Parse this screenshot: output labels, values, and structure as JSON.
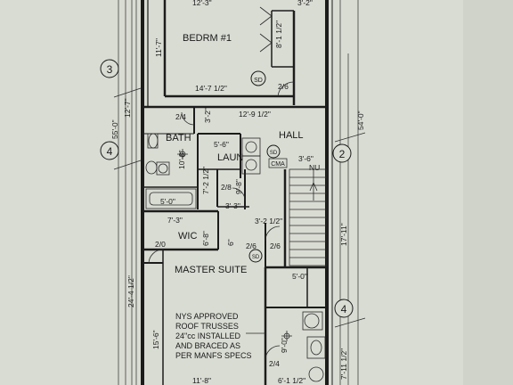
{
  "rooms": {
    "bedroom": "BEDRM #1",
    "bath": "BATH",
    "hall": "HALL",
    "laundry": "LAUN",
    "wic": "WIC",
    "master": "MASTER SUITE"
  },
  "grid_markers": [
    "3",
    "4",
    "2",
    "4"
  ],
  "dimensions": {
    "bed_top": "12'-3\"",
    "bed_right_top": "3'-2\"",
    "bed_height": "11'-7\"",
    "closet_depth": "8'-1 1/2\"",
    "bed_width": "14'-7 1/2\"",
    "bed_door": "2/6",
    "hall_width": "12'-9 1/2\"",
    "bath_door": "2/4",
    "bath_w": "3'-2\"",
    "left_total": "55'-0\"",
    "left_seg": "12'-7\"",
    "left_lower": "24'-4 1/2\"",
    "right_total": "54'-0\"",
    "right_seg1": "17'-11\"",
    "right_seg2": "7'-11 1/2\"",
    "laun_w": "5'-6\"",
    "laun_h": "7'-2 1/2\"",
    "hall_right": "3'-6\"",
    "hall_h": "10'-8\"",
    "vert1": "9'-8\"",
    "door_28": "2/8",
    "tub": "5'-0\"",
    "closet_33": "3'-3\"",
    "wic_w": "7'-3\"",
    "stair_w": "3'-2 1/2\"",
    "wic_door": "2/0",
    "wic_h": "6'-8\"",
    "small_6": "6\"",
    "door_26b": "2/6",
    "door_26c": "2/6",
    "mb_h": "15'-6\"",
    "right_5": "5'-0\"",
    "right_90": "9'-0\"",
    "right_door": "2/4",
    "bottom": "11'-8\"",
    "bottom_right": "6'-1 1/2\""
  },
  "labels": {
    "cma": "CMA",
    "nu": "NU",
    "sd1": "SD",
    "sd2": "SD",
    "sd3": "SD"
  },
  "note": [
    "NYS APPROVED",
    "ROOF TRUSSES",
    "24\"cc INSTALLED",
    "AND BRACED AS",
    "PER MANFS SPECS"
  ]
}
